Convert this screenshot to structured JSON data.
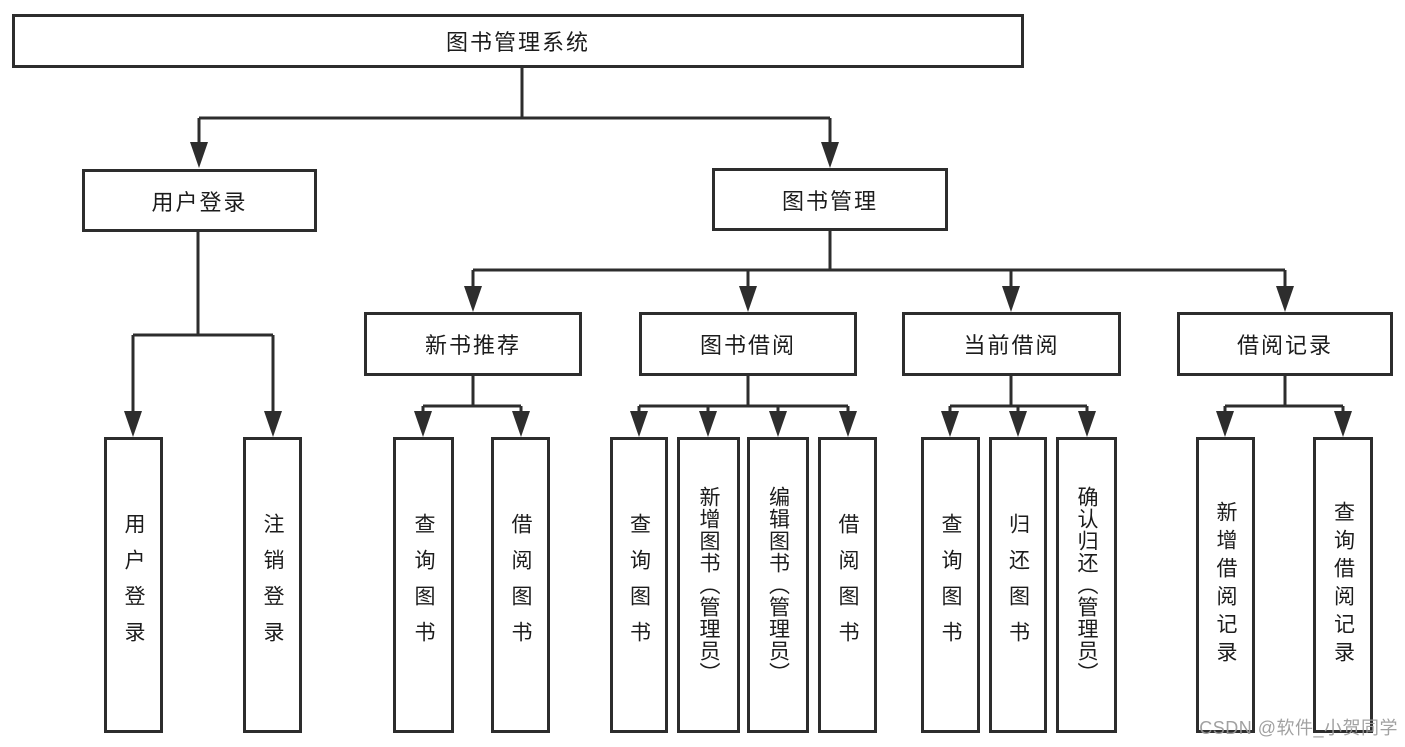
{
  "title": "图书管理系统",
  "tree": {
    "label": "图书管理系统",
    "children": [
      {
        "label": "用户登录",
        "children": [
          {
            "label": "用户登录"
          },
          {
            "label": "注销登录"
          }
        ]
      },
      {
        "label": "图书管理",
        "children": [
          {
            "label": "新书推荐",
            "children": [
              {
                "label": "查询图书"
              },
              {
                "label": "借阅图书"
              }
            ]
          },
          {
            "label": "图书借阅",
            "children": [
              {
                "label": "查询图书"
              },
              {
                "label": "新增图书（管理员）"
              },
              {
                "label": "编辑图书（管理员）"
              },
              {
                "label": "借阅图书"
              }
            ]
          },
          {
            "label": "当前借阅",
            "children": [
              {
                "label": "查询图书"
              },
              {
                "label": "归还图书"
              },
              {
                "label": "确认归还（管理员）"
              }
            ]
          },
          {
            "label": "借阅记录",
            "children": [
              {
                "label": "新增借阅记录"
              },
              {
                "label": "查询借阅记录"
              }
            ]
          }
        ]
      }
    ]
  },
  "watermark": {
    "text": "CSDN @软件_小贺同学",
    "color": "#9a9a9a"
  },
  "colors": {
    "line": "#2d2d2d",
    "text": "#1c1c1c",
    "background": "#ffffff"
  }
}
